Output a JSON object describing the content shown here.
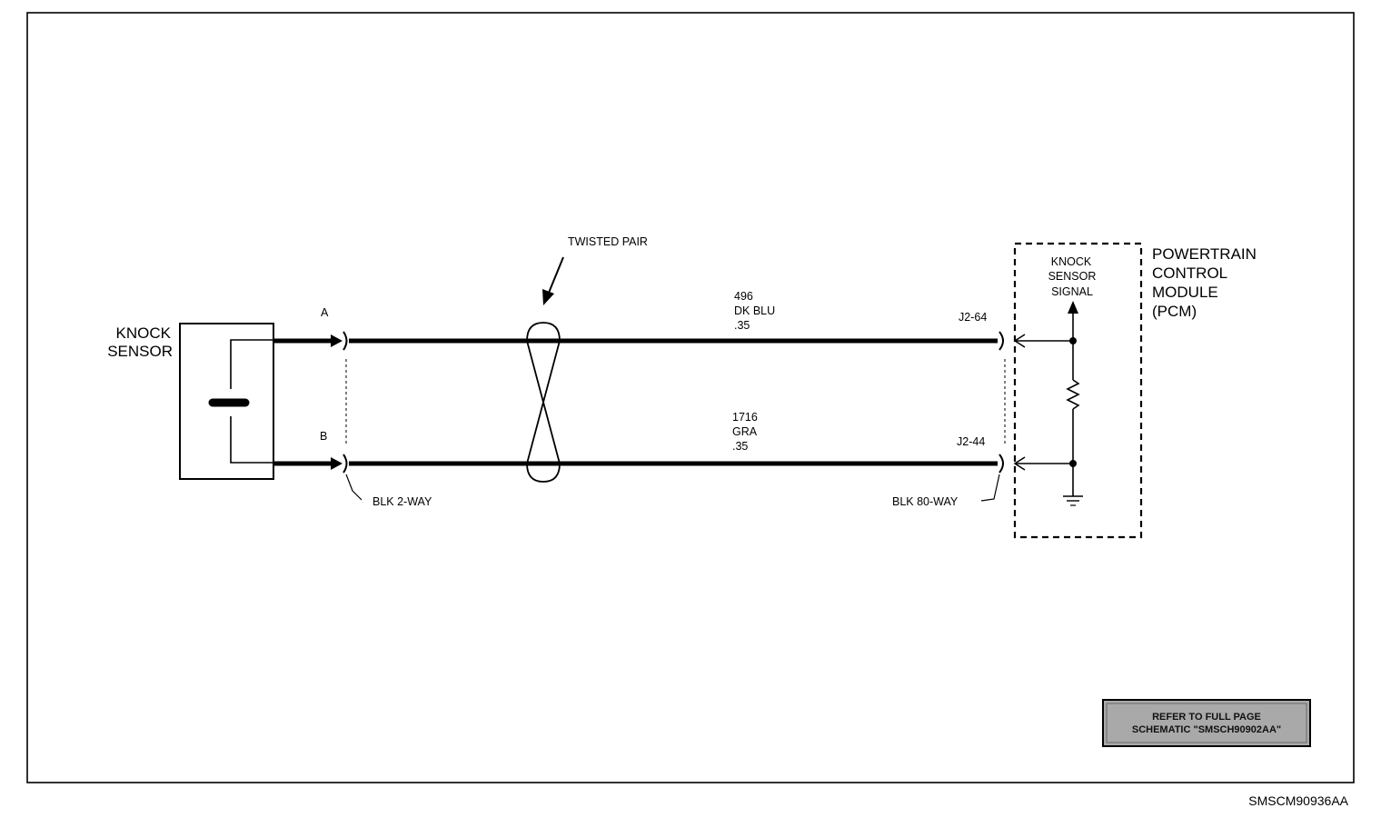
{
  "sensor": {
    "line1": "KNOCK",
    "line2": "SENSOR"
  },
  "module": {
    "line1": "POWERTRAIN",
    "line2": "CONTROL",
    "line3": "MODULE",
    "line4": "(PCM)"
  },
  "module_signal": {
    "line1": "KNOCK",
    "line2": "SENSOR",
    "line3": "SIGNAL"
  },
  "twisted_pair_label": "TWISTED PAIR",
  "terminals": {
    "a": "A",
    "b": "B"
  },
  "wire_top": {
    "circuit": "496",
    "color": "DK BLU",
    "gauge": ".35",
    "pin": "J2-64"
  },
  "wire_bottom": {
    "circuit": "1716",
    "color": "GRA",
    "gauge": ".35",
    "pin": "J2-44"
  },
  "connector_left": "BLK 2-WAY",
  "connector_right": "BLK 80-WAY",
  "reference": {
    "line1": "REFER TO FULL PAGE",
    "line2": "SCHEMATIC \"SMSCH90902AA\""
  },
  "figure_id": "SMSCM90936AA",
  "colors": {
    "ink": "#000000",
    "paper": "#ffffff",
    "ref_box": "#a9a9a9"
  }
}
